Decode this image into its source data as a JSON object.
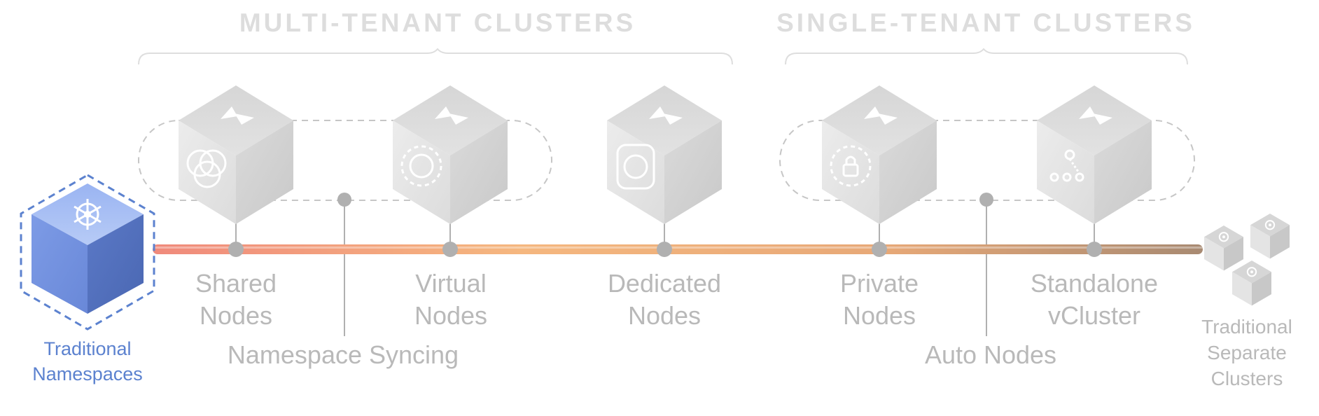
{
  "sections": {
    "multi_tenant": "MULTI-TENANT CLUSTERS",
    "single_tenant": "SINGLE-TENANT CLUSTERS"
  },
  "start": {
    "label_line1": "Traditional",
    "label_line2": "Namespaces",
    "icon": "kubernetes-helm-icon",
    "color": "#6b8ee0"
  },
  "end": {
    "label_line1": "Traditional",
    "label_line2": "Separate",
    "label_line3": "Clusters",
    "icon": "kubernetes-helm-icon"
  },
  "nodes": [
    {
      "line1": "Shared",
      "line2": "Nodes",
      "icon": "overlapping-circles-icon"
    },
    {
      "line1": "Virtual",
      "line2": "Nodes",
      "icon": "dashed-circle-icon"
    },
    {
      "line1": "Dedicated",
      "line2": "Nodes",
      "icon": "rounded-square-circle-icon"
    },
    {
      "line1": "Private",
      "line2": "Nodes",
      "icon": "padlock-icon"
    },
    {
      "line1": "Standalone",
      "line2": "vCluster",
      "icon": "node-graph-icon"
    }
  ],
  "features": {
    "namespace_syncing": "Namespace Syncing",
    "auto_nodes": "Auto Nodes"
  },
  "colors": {
    "timeline_start": "#f08a7c",
    "timeline_mid": "#f5b77f",
    "timeline_end": "#b88a6a",
    "cube_gray": "#d9d9d9",
    "connector_gray": "#b0b0b0",
    "label_gray": "#b9b9b9",
    "start_blue": "#5c82cf"
  }
}
